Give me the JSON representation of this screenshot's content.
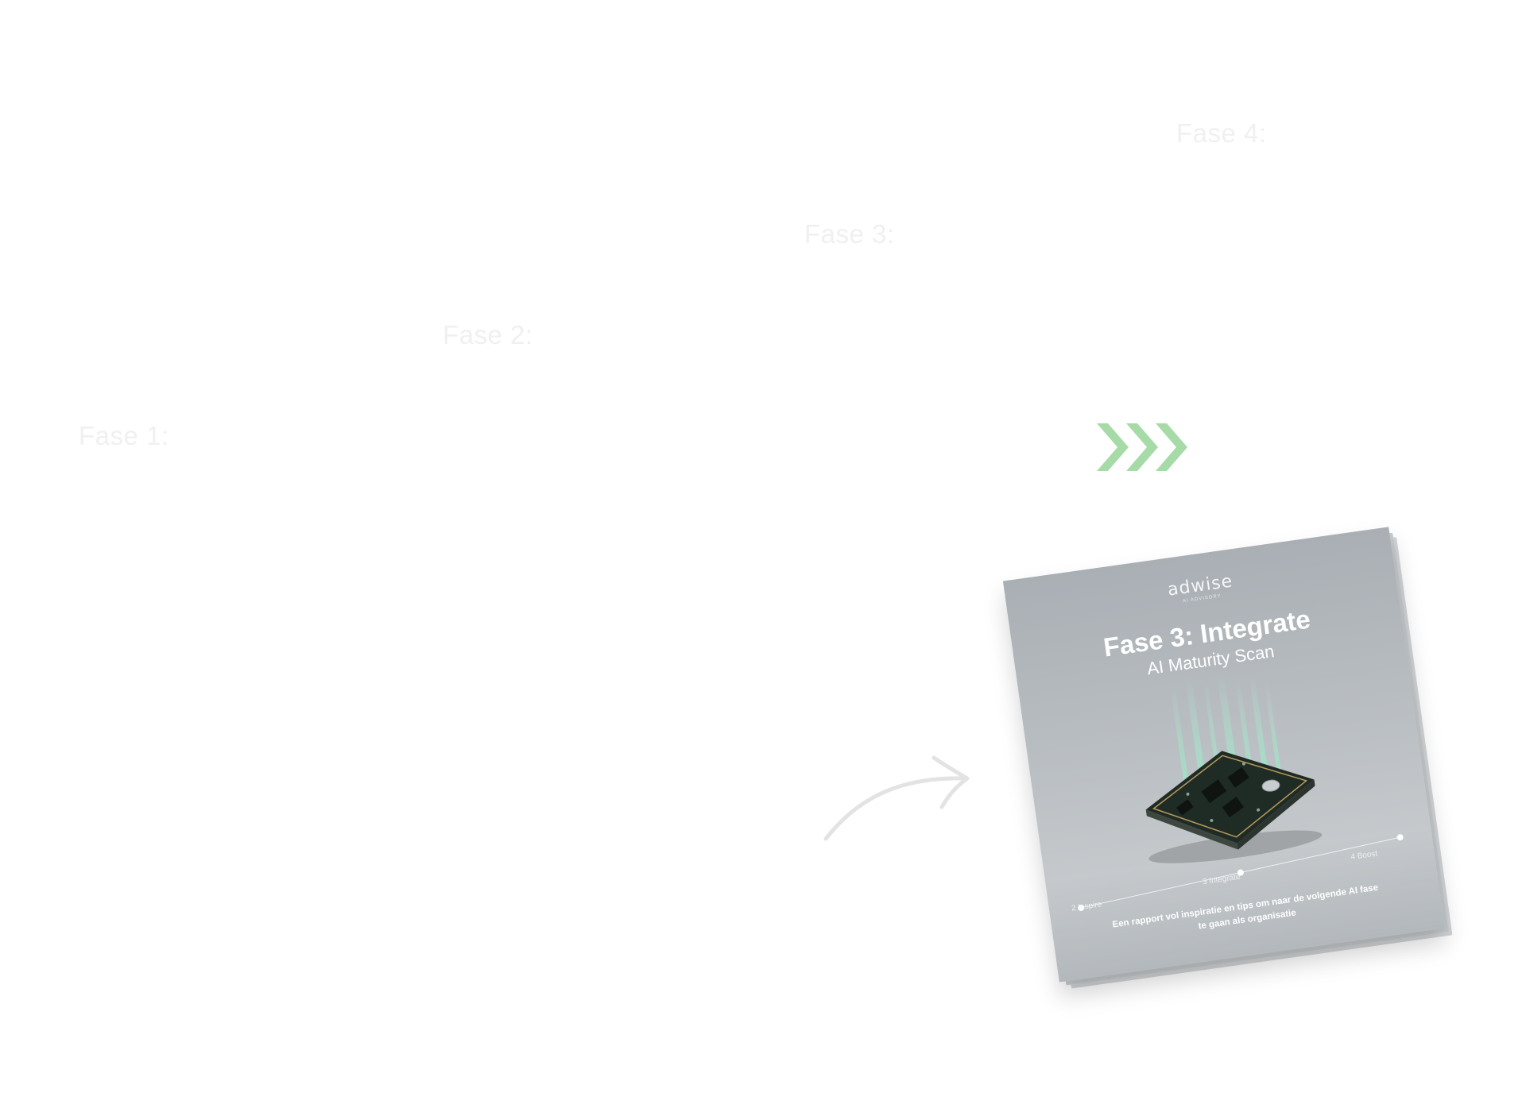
{
  "phases": [
    {
      "label": "Fase 1:"
    },
    {
      "label": "Fase 2:"
    },
    {
      "label": "Fase 3:"
    },
    {
      "label": "Fase 4:"
    }
  ],
  "decor": {
    "chevrons_icon": "triple-chevron-right-icon",
    "chevron_color": "#a6dba8",
    "arrow_icon": "curved-arrow-icon"
  },
  "report": {
    "logo": "adwise",
    "logo_sub": "AI ADVISORY",
    "title": "Fase 3: Integrate",
    "subtitle": "AI Maturity Scan",
    "timeline": [
      {
        "label": "2 Inspire"
      },
      {
        "label": "3 Integrate"
      },
      {
        "label": "4 Boost"
      }
    ],
    "footer_line1": "Een rapport vol inspiratie en tips om naar de volgende AI fase",
    "footer_line2": "te gaan als organisatie"
  }
}
